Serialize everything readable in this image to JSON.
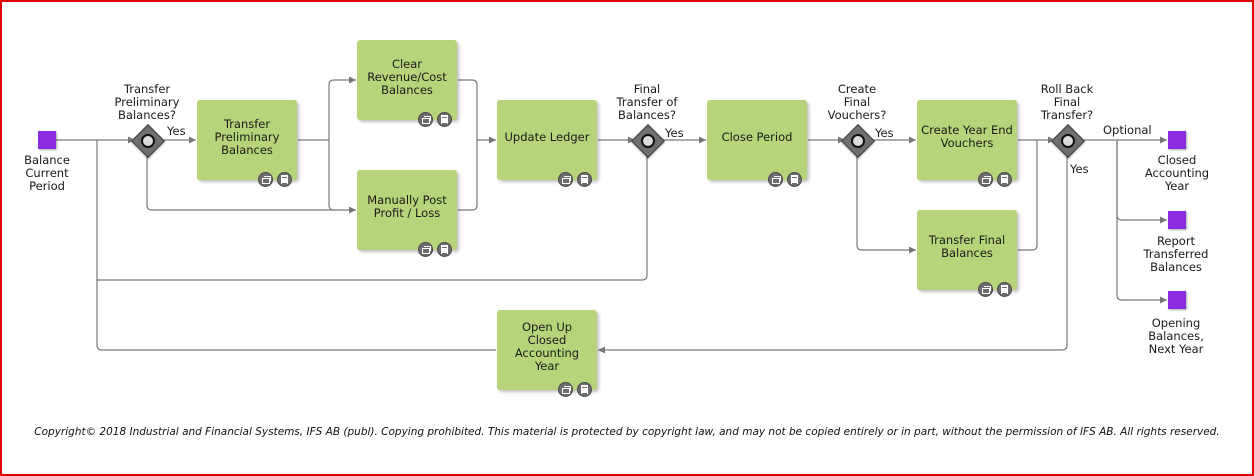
{
  "events": {
    "start": "Balance\nCurrent\nPeriod",
    "closed_year": "Closed\nAccounting\nYear",
    "report_transferred": "Report\nTransferred\nBalances",
    "opening_balances": "Opening\nBalances,\nNext Year"
  },
  "tasks": {
    "transfer_preliminary": "Transfer\nPreliminary\nBalances",
    "clear_revenue": "Clear\nRevenue/Cost\nBalances",
    "manually_post": "Manually Post\nProfit / Loss",
    "update_ledger": "Update Ledger",
    "close_period": "Close Period",
    "create_year_end": "Create Year End\nVouchers",
    "transfer_final": "Transfer Final\nBalances",
    "open_up_closed": "Open Up Closed\nAccounting Year"
  },
  "gateways": {
    "transfer_preliminary_q": "Transfer\nPreliminary\nBalances?",
    "final_transfer_q": "Final\nTransfer of\nBalances?",
    "create_final_vouchers_q": "Create\nFinal\nVouchers?",
    "roll_back_q": "Roll Back\nFinal\nTransfer?"
  },
  "edge_labels": {
    "yes1": "Yes",
    "yes2": "Yes",
    "yes3": "Yes",
    "yes4": "Yes",
    "optional": "Optional"
  },
  "icons": {
    "subprocess": "subprocess-icon",
    "documentation": "document-icon"
  },
  "colors": {
    "task_fill": "#b8d47a",
    "event_fill": "#8b2be2",
    "gateway_fill": "#6f6f6f",
    "line": "#777777",
    "frame": "#e00000"
  },
  "copyright": "Copyright© 2018 Industrial and Financial Systems, IFS AB (publ). Copying prohibited. This material is protected by copyright law, and may not be copied entirely or in part, without the permission of IFS AB. All rights reserved."
}
